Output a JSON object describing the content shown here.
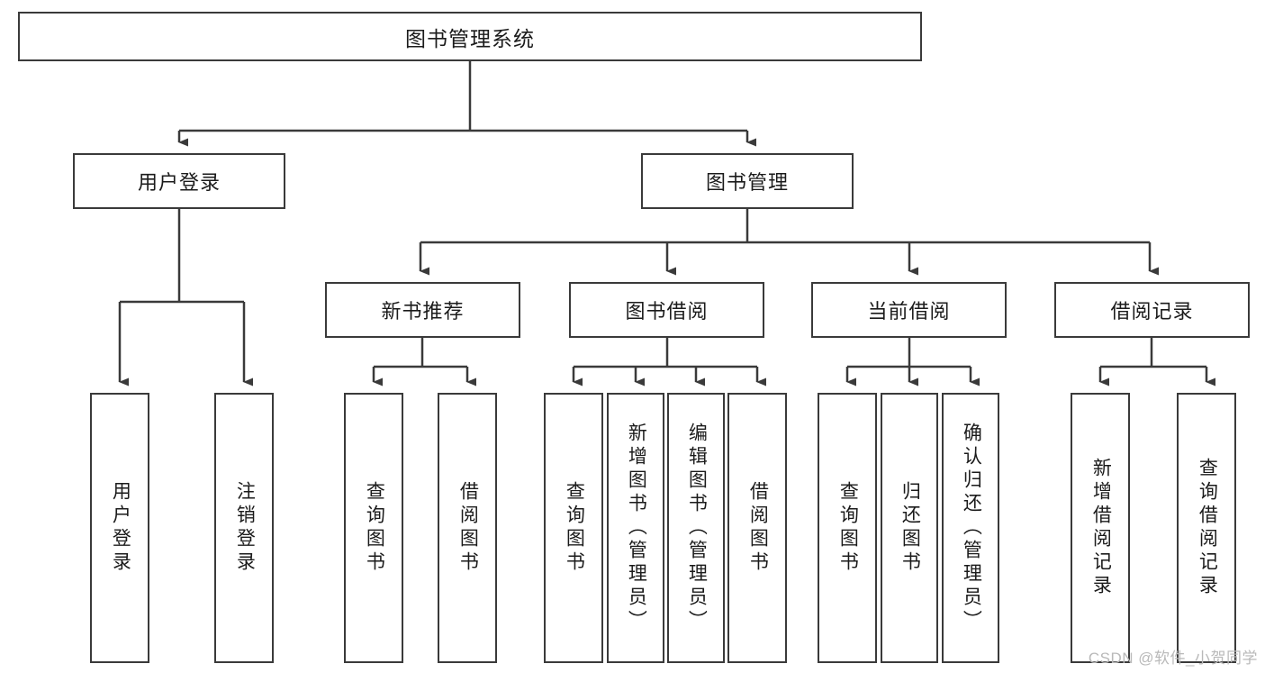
{
  "diagram": {
    "title": "图书管理系统",
    "type": "tree",
    "watermark": "CSDN @软件_小贺同学",
    "colors": {
      "stroke": "#3a3a3a",
      "text": "#1b1b1b",
      "background": "#ffffff",
      "watermark": "#b9b9b9"
    },
    "root": {
      "label": "图书管理系统"
    },
    "level2": [
      {
        "label": "用户登录"
      },
      {
        "label": "图书管理"
      }
    ],
    "level3": [
      {
        "label": "新书推荐"
      },
      {
        "label": "图书借阅"
      },
      {
        "label": "当前借阅"
      },
      {
        "label": "借阅记录"
      }
    ],
    "leaves": {
      "user_login": [
        {
          "label": "用户登录"
        },
        {
          "label": "注销登录"
        }
      ],
      "new_book_recommend": [
        {
          "label": "查询图书"
        },
        {
          "label": "借阅图书"
        }
      ],
      "book_borrow": [
        {
          "label": "查询图书"
        },
        {
          "label": "新增图书（管理员）"
        },
        {
          "label": "编辑图书（管理员）"
        },
        {
          "label": "借阅图书"
        }
      ],
      "current_borrow": [
        {
          "label": "查询图书"
        },
        {
          "label": "归还图书"
        },
        {
          "label": "确认归还（管理员）"
        }
      ],
      "borrow_record": [
        {
          "label": "新增借阅记录"
        },
        {
          "label": "查询借阅记录"
        }
      ]
    }
  }
}
